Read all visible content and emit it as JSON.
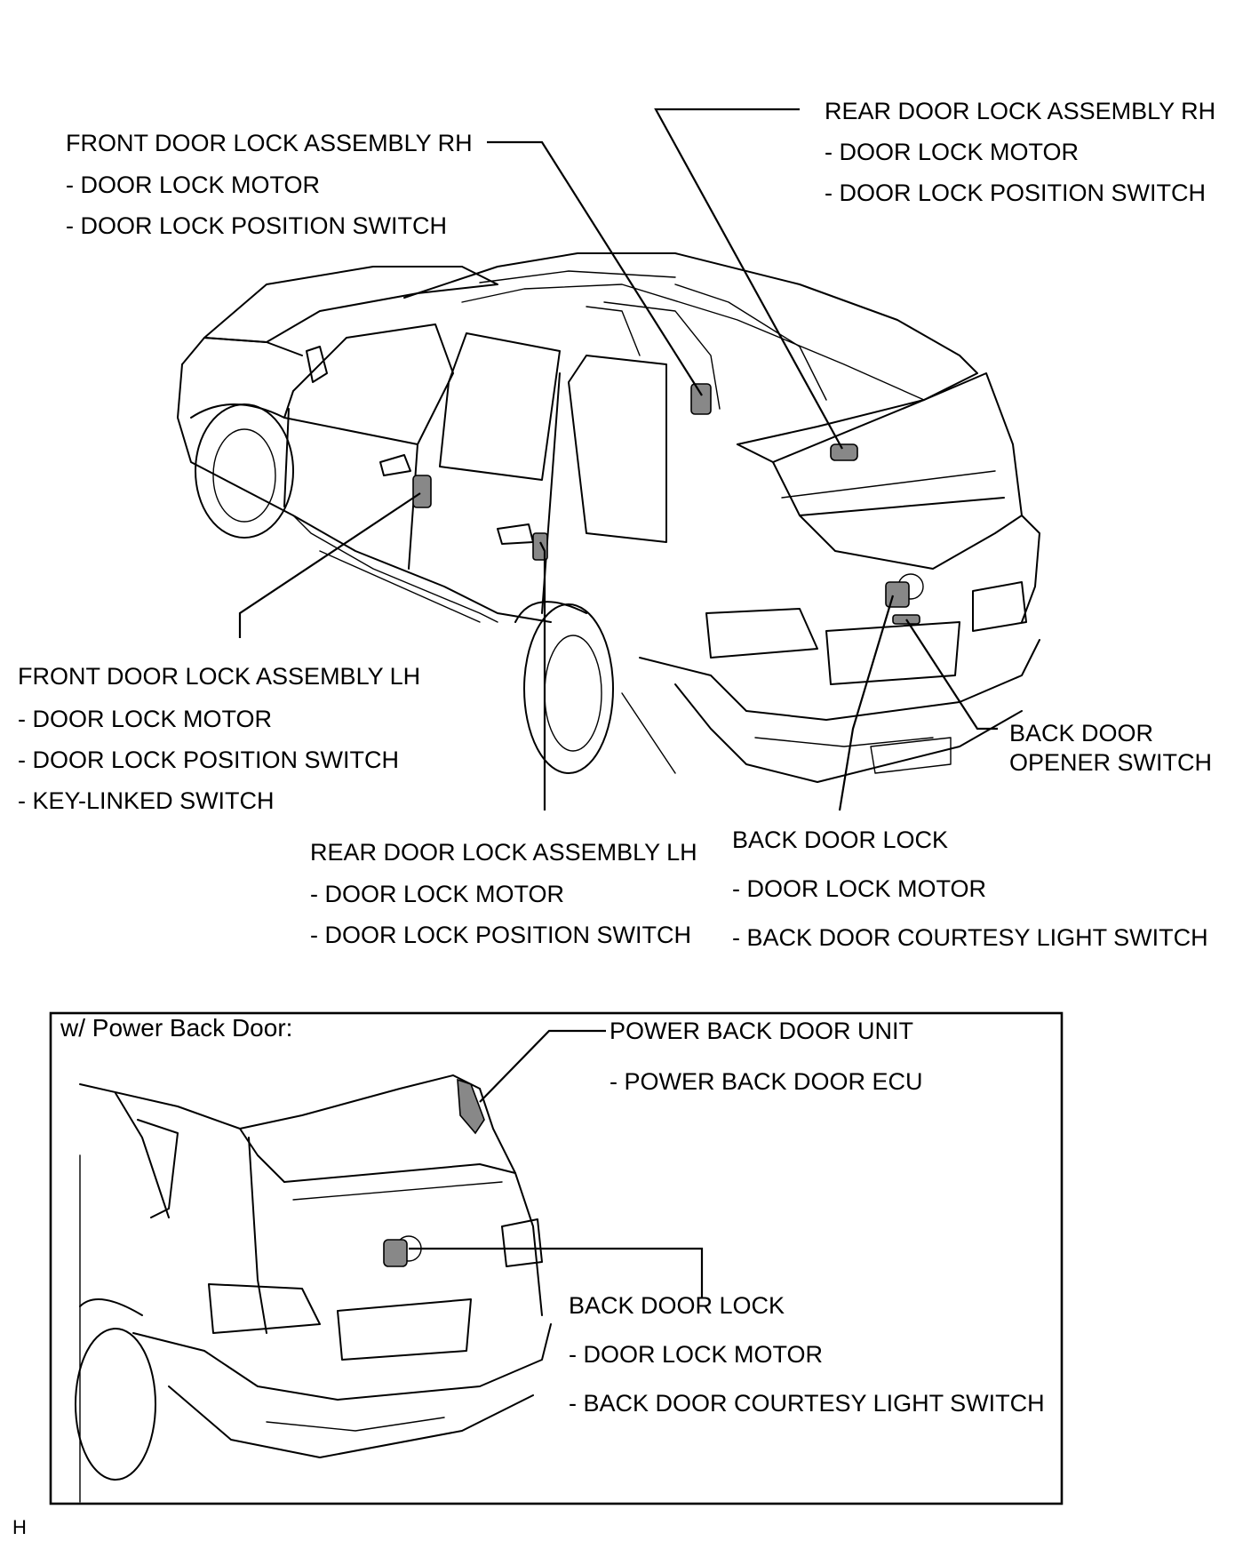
{
  "callouts": {
    "front_rh": {
      "title": "FRONT DOOR LOCK ASSEMBLY RH",
      "items": [
        "- DOOR LOCK MOTOR",
        "- DOOR LOCK POSITION SWITCH"
      ]
    },
    "rear_rh": {
      "title": "REAR DOOR LOCK ASSEMBLY RH",
      "items": [
        "- DOOR LOCK MOTOR",
        "- DOOR LOCK POSITION SWITCH"
      ]
    },
    "front_lh": {
      "title": "FRONT DOOR LOCK ASSEMBLY LH",
      "items": [
        "- DOOR LOCK MOTOR",
        "- DOOR LOCK POSITION SWITCH",
        "- KEY-LINKED SWITCH"
      ]
    },
    "opener": {
      "lines": [
        "BACK DOOR",
        "OPENER SWITCH"
      ]
    },
    "rear_lh": {
      "title": "REAR DOOR LOCK ASSEMBLY LH",
      "items": [
        "- DOOR LOCK MOTOR",
        "- DOOR LOCK POSITION SWITCH"
      ]
    },
    "back_lock": {
      "title": "BACK DOOR LOCK",
      "items": [
        "- DOOR LOCK MOTOR",
        "- BACK DOOR COURTESY LIGHT SWITCH"
      ]
    }
  },
  "inset": {
    "heading": "w/ Power Back Door:",
    "unit": {
      "title": "POWER BACK DOOR UNIT",
      "items": [
        "- POWER BACK DOOR ECU"
      ]
    },
    "back_lock": {
      "title": "BACK DOOR LOCK",
      "items": [
        "- DOOR LOCK MOTOR",
        "- BACK DOOR COURTESY LIGHT SWITCH"
      ]
    }
  },
  "figure_code": "H"
}
